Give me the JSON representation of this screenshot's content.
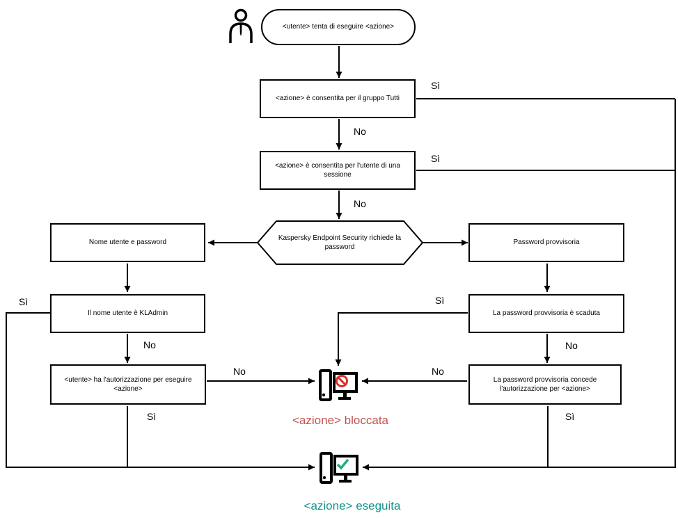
{
  "diagram": {
    "start": "<utente> tenta di eseguire <azione>",
    "nodes": {
      "group_allowed": "<azione> è consentita per il gruppo Tutti",
      "session_allowed": "<azione> è consentita per l'utente di una sessione",
      "password_prompt": "Kaspersky Endpoint Security richiede la password",
      "username_password": "Nome utente e password",
      "kladmin": "Il nome utente è KLAdmin",
      "user_authorized": "<utente> ha l'autorizzazione per eseguire <azione>",
      "temp_password": "Password provvisoria",
      "temp_expired": "La password provvisoria è scaduta",
      "temp_grants": "La password provvisoria concede l'autorizzazione per <azione>"
    },
    "labels": {
      "yes": "Sì",
      "no": "No"
    },
    "outcomes": {
      "blocked": "<azione> bloccata",
      "executed": "<azione> eseguita"
    },
    "icons": {
      "user": "user-icon",
      "blocked": "blocked-computer-icon",
      "executed": "executed-computer-icon"
    },
    "colors": {
      "line": "#000000",
      "blocked_text": "#c4534f",
      "prohibition": "#d6332c",
      "executed_text": "#16948a",
      "check": "#26a983"
    }
  }
}
